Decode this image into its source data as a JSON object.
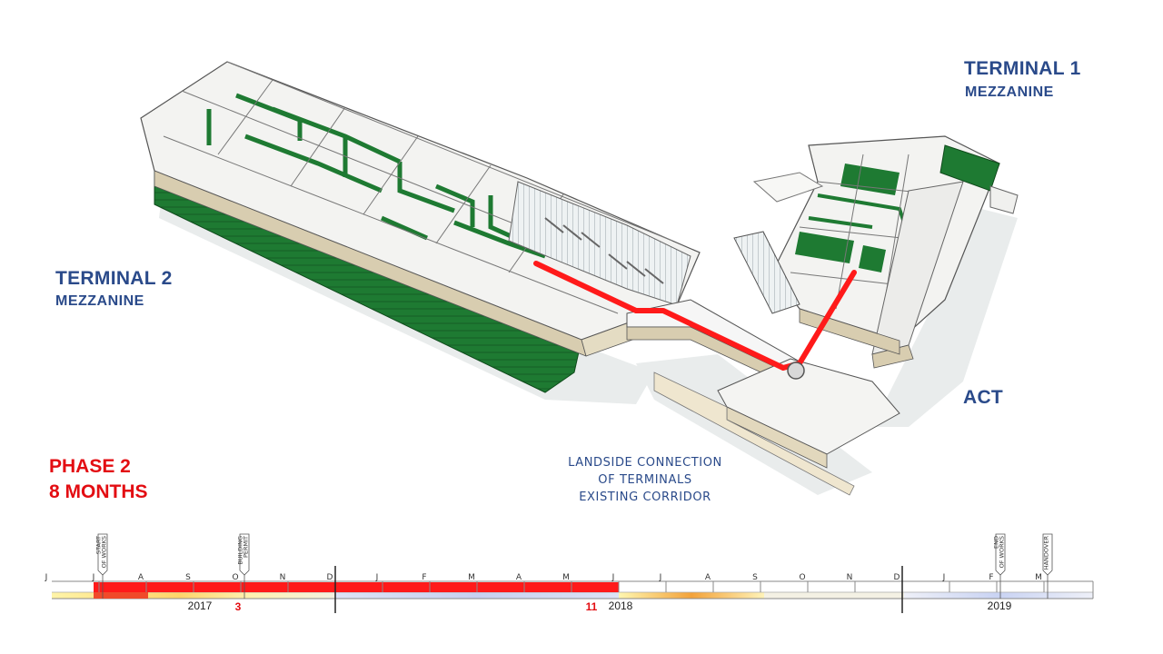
{
  "labels": {
    "terminal1_title": "TERMINAL 1",
    "terminal1_sub": "MEZZANINE",
    "terminal2_title": "TERMINAL 2",
    "terminal2_sub": "MEZZANINE",
    "act": "ACT",
    "phase_title": "PHASE 2",
    "phase_duration": "8 MONTHS",
    "corridor_lines": [
      "LANDSIDE CONNECTION",
      "OF TERMINALS",
      "EXISTING CORRIDOR"
    ]
  },
  "colors": {
    "label_blue": "#2a4a8a",
    "phase_red": "#e30d12",
    "building_green": "#1e7a32",
    "route_red": "#ff1a1a"
  },
  "timeline": {
    "months": [
      "J",
      "J",
      "A",
      "S",
      "O",
      "N",
      "D",
      "J",
      "F",
      "M",
      "A",
      "M",
      "J",
      "J",
      "A",
      "S",
      "O",
      "N",
      "D",
      "J",
      "F",
      "M"
    ],
    "years": [
      "2017",
      "2018",
      "2019"
    ],
    "phase_start_mark": "3",
    "phase_end_mark": "11",
    "phase_range_months": [
      1,
      12
    ],
    "milestones": [
      {
        "lines": [
          "START",
          "OF WORKS"
        ],
        "month_index": 1
      },
      {
        "lines": [
          "BUILDING",
          "PERMIT"
        ],
        "month_index": 4
      },
      {
        "lines": [
          "END",
          "OF WORKS"
        ],
        "month_index": 20
      },
      {
        "lines": [
          "HANDOVER"
        ],
        "month_index": 21
      }
    ]
  }
}
